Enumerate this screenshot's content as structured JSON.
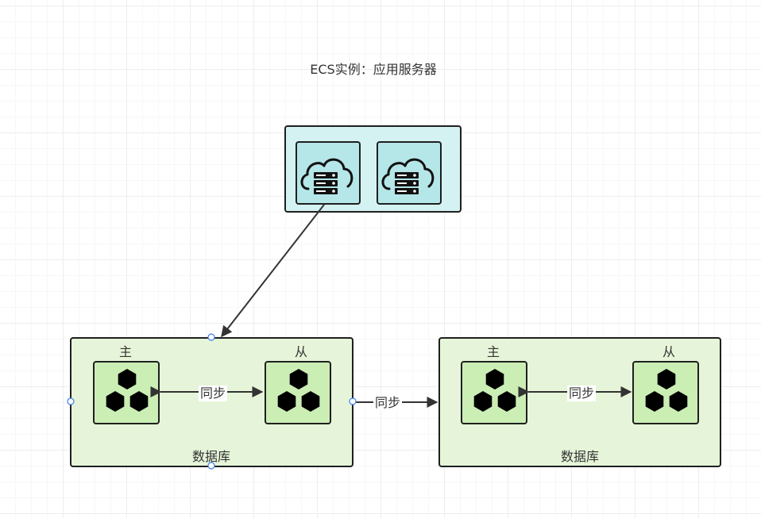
{
  "title": "ECS实例：应用服务器",
  "colors": {
    "ecs_group_fill": "#d5f2f3",
    "ecs_item_fill": "#b5e6e8",
    "db_group_fill": "#e6f5d9",
    "db_node_fill": "#cbeeb5",
    "stroke": "#1f1f1f",
    "selection_handle": "#3d7cf0"
  },
  "icons": {
    "ecs_item": "cloud-server-icon",
    "db_node": "hexagon-cluster-icon"
  },
  "ecs_items": [
    {
      "icon": "cloud-server-icon"
    },
    {
      "icon": "cloud-server-icon"
    }
  ],
  "db_groups": [
    {
      "label": "数据库",
      "master_label": "主",
      "slave_label": "从",
      "sync_label": "同步",
      "selected": true
    },
    {
      "label": "数据库",
      "master_label": "主",
      "slave_label": "从",
      "sync_label": "同步",
      "selected": false
    }
  ],
  "inter_db_sync_label": "同步"
}
